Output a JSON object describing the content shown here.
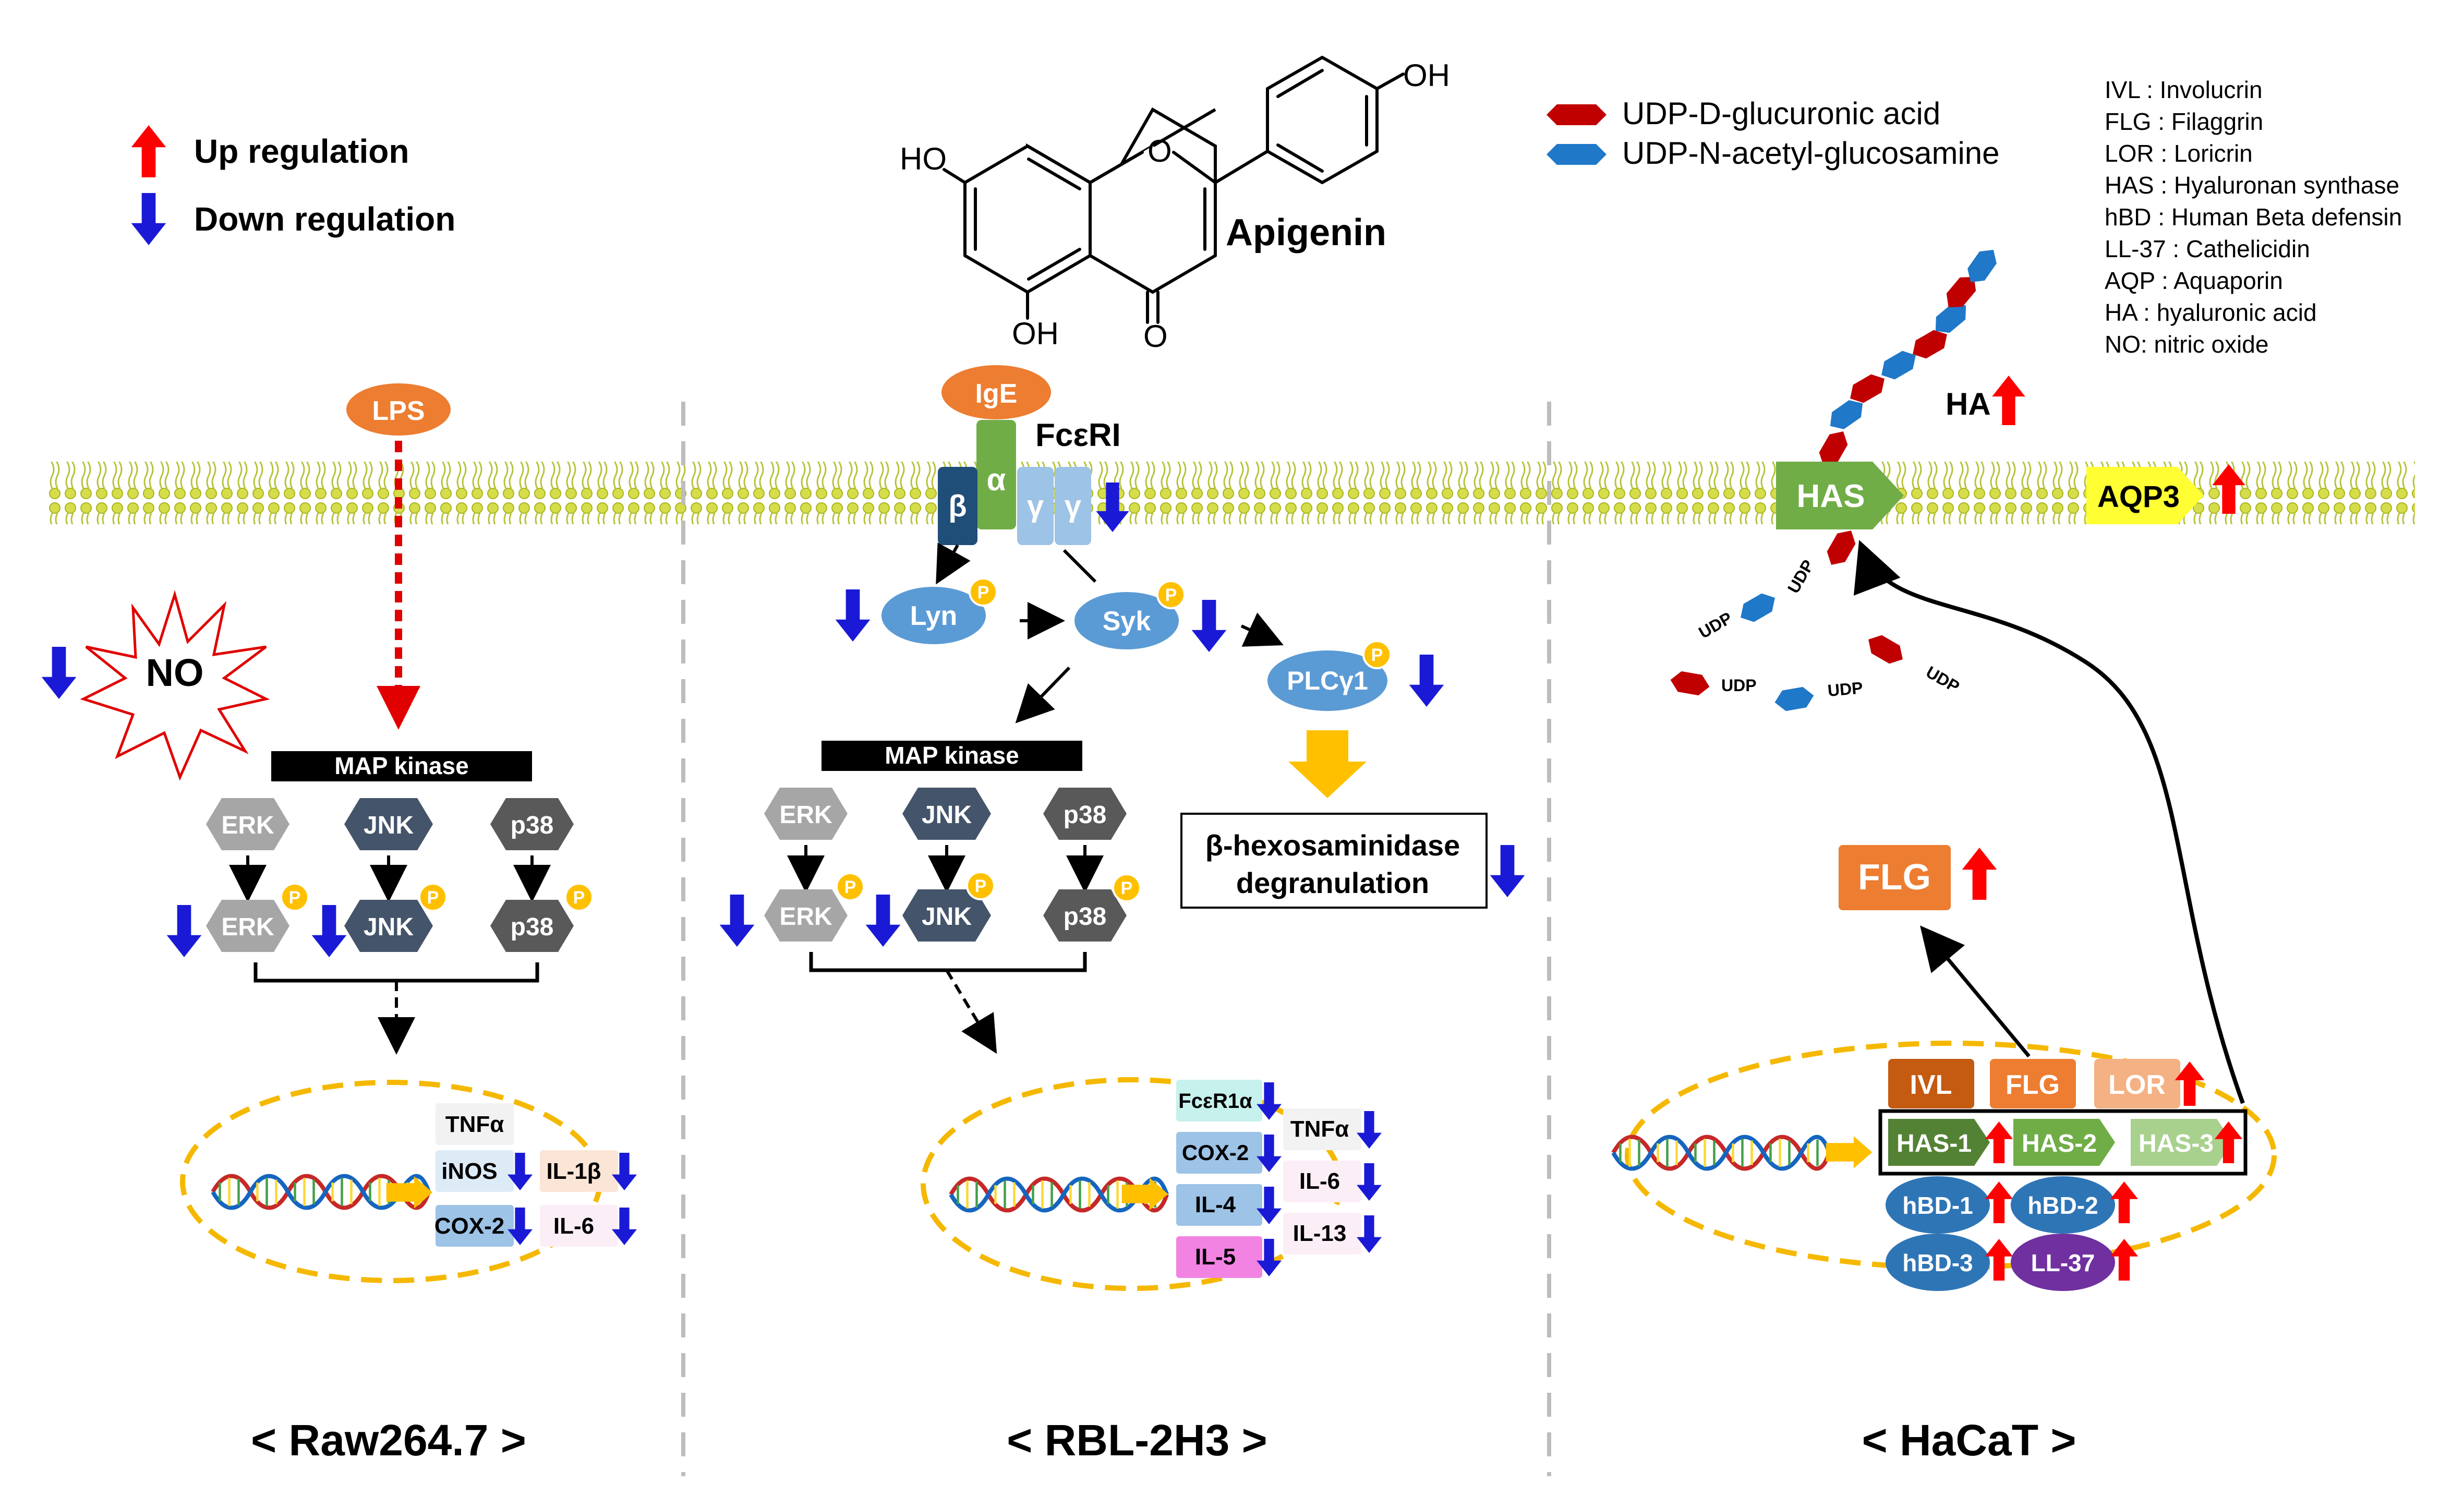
{
  "legend": {
    "up_label": "Up regulation",
    "down_label": "Down regulation",
    "up_color": "#ff0000",
    "down_color": "#1a1ad6"
  },
  "compound": {
    "name": "Apigenin",
    "ho_left": "HO",
    "oh_top": "OH",
    "oh_bottom": "OH",
    "ring_o": "O",
    "keto_o": "O"
  },
  "substrate_legend": {
    "glucuronic": "UDP-D-glucuronic acid",
    "acetyl": "UDP-N-acetyl-glucosamine",
    "glucuronic_color": "#c00000",
    "acetyl_color": "#1f78c8"
  },
  "abbreviations": [
    "IVL : Involucrin",
    "FLG : Filaggrin",
    "LOR : Loricrin",
    "HAS : Hyaluronan synthase",
    "hBD : Human Beta defensin",
    "LL-37 : Cathelicidin",
    "AQP : Aquaporin",
    "HA : hyaluronic acid",
    "NO: nitric oxide"
  ],
  "common": {
    "map_kinase": "MAP kinase",
    "erk": "ERK",
    "jnk": "JNK",
    "p38": "p38",
    "phospho": "P"
  },
  "raw": {
    "title": "< Raw264.7 >",
    "lps": "LPS",
    "no": "NO",
    "genes": [
      "TNFα",
      "iNOS",
      "COX-2",
      "IL-1β",
      "IL-6"
    ]
  },
  "rbl": {
    "title": "< RBL-2H3 >",
    "ige": "IgE",
    "receptor": "FcεRI",
    "alpha": "α",
    "beta": "β",
    "gamma": "γ",
    "lyn": "Lyn",
    "syk": "Syk",
    "plc": "PLCγ1",
    "degran_line1": "β-hexosaminidase",
    "degran_line2": "degranulation",
    "genes": [
      "FcεR1α",
      "COX-2",
      "IL-4",
      "IL-5",
      "TNFα",
      "IL-6",
      "IL-13"
    ]
  },
  "hacat": {
    "title": "< HaCaT >",
    "ha": "HA",
    "has": "HAS",
    "aqp3": "AQP3",
    "flg_out": "FLG",
    "udp": "UDP",
    "ivl": "IVL",
    "flg": "FLG",
    "lor": "LOR",
    "has_genes": [
      "HAS-1",
      "HAS-2",
      "HAS-3"
    ],
    "hbd1": "hBD-1",
    "hbd2": "hBD-2",
    "hbd3": "hBD-3",
    "ll37": "LL-37"
  }
}
